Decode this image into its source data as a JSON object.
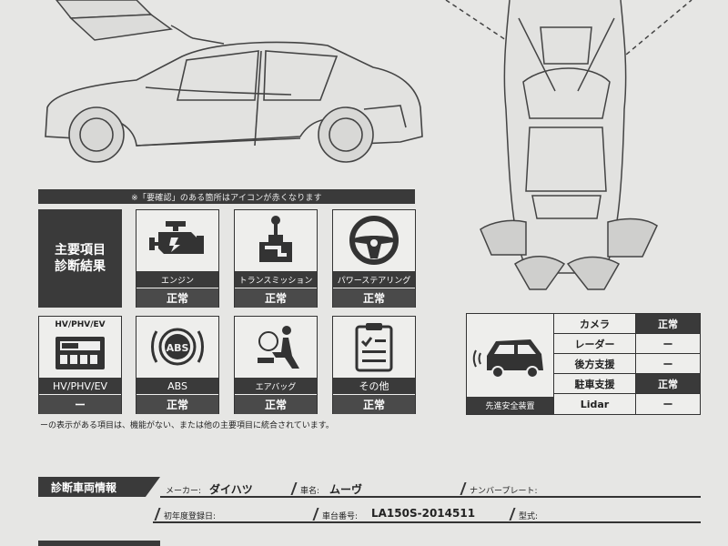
{
  "notice": "※「要確認」のある箇所はアイコンが赤くなります",
  "main_label": [
    "主要項目",
    "診断結果"
  ],
  "cards": [
    {
      "id": "engine",
      "label": "エンジン",
      "status": "正常",
      "icon": "engine-icon"
    },
    {
      "id": "transmission",
      "label": "トランスミッション",
      "status": "正常",
      "icon": "gear-shift-icon"
    },
    {
      "id": "power-steering",
      "label": "パワーステアリング",
      "status": "正常",
      "icon": "steering-wheel-icon"
    },
    {
      "id": "hv",
      "top_label": "HV/PHV/EV",
      "label": "HV/PHV/EV",
      "status": "ー",
      "icon": "battery-meter-icon"
    },
    {
      "id": "abs",
      "label": "ABS",
      "status": "正常",
      "icon": "abs-icon"
    },
    {
      "id": "airbag",
      "label": "エアバッグ",
      "status": "正常",
      "icon": "airbag-icon"
    },
    {
      "id": "other",
      "label": "その他",
      "status": "正常",
      "icon": "checklist-icon"
    }
  ],
  "footnote": "ーの表示がある項目は、機能がない、または他の主要項目に統合されています。",
  "adas": {
    "label": "先進安全装置",
    "icon": "car-sensor-icon",
    "rows": [
      {
        "name": "カメラ",
        "value": "正常"
      },
      {
        "name": "レーダー",
        "value": "ー"
      },
      {
        "name": "後方支援",
        "value": "ー"
      },
      {
        "name": "駐車支援",
        "value": "正常"
      },
      {
        "name": "Lidar",
        "value": "ー"
      }
    ]
  },
  "vehicle": {
    "title": "診断車両情報",
    "maker_label": "メーカー:",
    "maker": "ダイハツ",
    "model_label": "車名:",
    "model": "ムーヴ",
    "plate_label": "ナンバープレート:",
    "plate": "",
    "first_reg_label": "初年度登録日:",
    "first_reg": "",
    "chassis_label": "車台番号:",
    "chassis": "LA150S-2014511",
    "type_label": "型式:",
    "type": ""
  },
  "colors": {
    "dark": "#3a3a3a",
    "paper": "#e6e6e4"
  }
}
